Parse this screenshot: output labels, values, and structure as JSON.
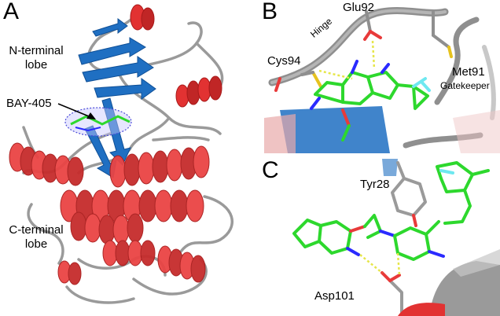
{
  "panels": {
    "a": {
      "letter": "A",
      "n_terminal_lobe": [
        "N-terminal",
        "lobe"
      ],
      "c_terminal_lobe": [
        "C-terminal",
        "lobe"
      ],
      "ligand": "BAY-405"
    },
    "b": {
      "letter": "B",
      "residues": {
        "glu": "Glu92",
        "hinge": "Hinge",
        "cys": "Cys94",
        "met": "Met91",
        "gatekeeper": "Gatekeeper"
      }
    },
    "c": {
      "letter": "C",
      "residues": {
        "tyr": "Tyr28",
        "asp": "Asp101"
      }
    }
  },
  "colors": {
    "helix": "#e23232",
    "sheet": "#1f6fc2",
    "loop": "#9a9a9a",
    "ligand_carbon": "#2dd82d",
    "nitrogen": "#2a2aff",
    "oxygen": "#e83a3a",
    "fluorine": "#6ee8f0",
    "sulfur": "#e6c21e",
    "hbond": "#e6e64a",
    "density_mesh": "#4a4ad8"
  }
}
